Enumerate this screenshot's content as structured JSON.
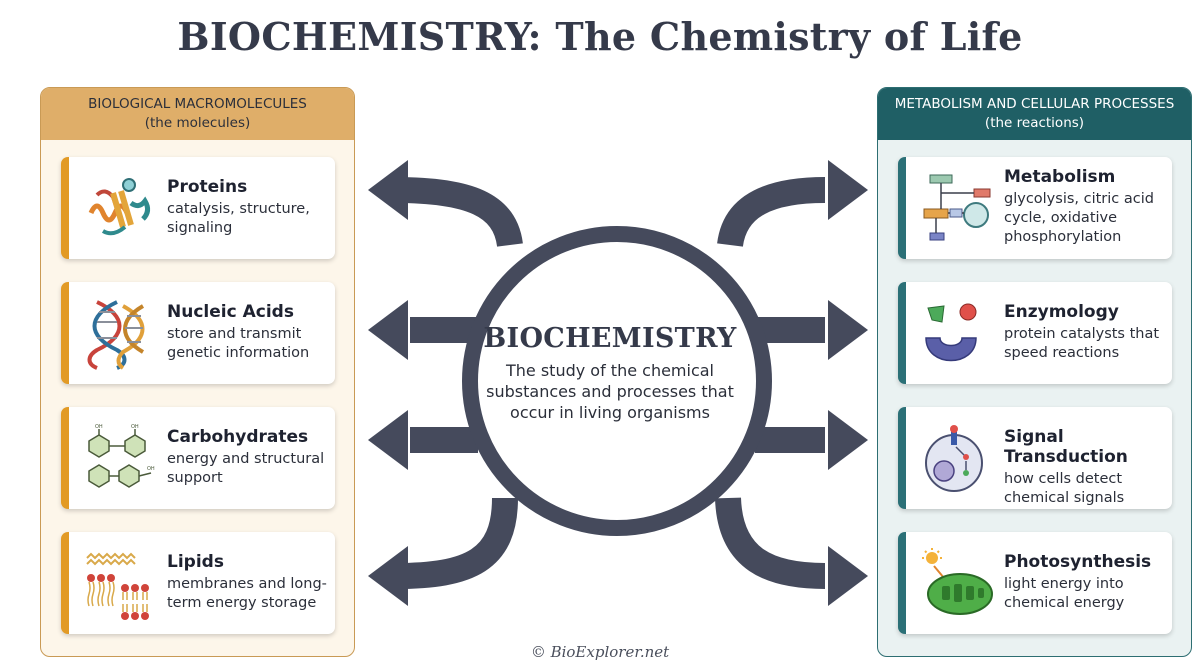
{
  "title": "BIOCHEMISTRY: The Chemistry of Life",
  "center": {
    "title": "BIOCHEMISTRY",
    "description": "The study of the chemical substances and processes that occur in living organisms"
  },
  "left_panel": {
    "header": "BIOLOGICAL MACROMOLECULES",
    "subheader": "(the molecules)",
    "items": [
      {
        "name": "Proteins",
        "description": "catalysis, structure, signaling",
        "icon": "protein-icon"
      },
      {
        "name": "Nucleic Acids",
        "description": "store and transmit genetic information",
        "icon": "dna-icon"
      },
      {
        "name": "Carbohydrates",
        "description": "energy and structural support",
        "icon": "carbohydrate-icon"
      },
      {
        "name": "Lipids",
        "description": "membranes and long-term energy storage",
        "icon": "lipid-icon"
      }
    ]
  },
  "right_panel": {
    "header": "METABOLISM AND CELLULAR PROCESSES",
    "subheader": "(the reactions)",
    "items": [
      {
        "name": "Metabolism",
        "description": "glycolysis, citric acid cycle, oxidative phosphorylation",
        "icon": "pathway-icon"
      },
      {
        "name": "Enzymology",
        "description": "protein catalysts that speed reactions",
        "icon": "enzyme-icon"
      },
      {
        "name": "Signal Transduction",
        "description": "how cells detect chemical signals",
        "icon": "cell-receptor-icon"
      },
      {
        "name": "Photosynthesis",
        "description": "light energy into chemical energy",
        "icon": "chloroplast-icon"
      }
    ]
  },
  "footer": "© BioExplorer.net",
  "colors": {
    "left_accent": "#e29a25",
    "left_header": "#dfae69",
    "right_accent": "#2b7077",
    "right_header": "#1f5f65",
    "arrow": "#454a5c"
  }
}
